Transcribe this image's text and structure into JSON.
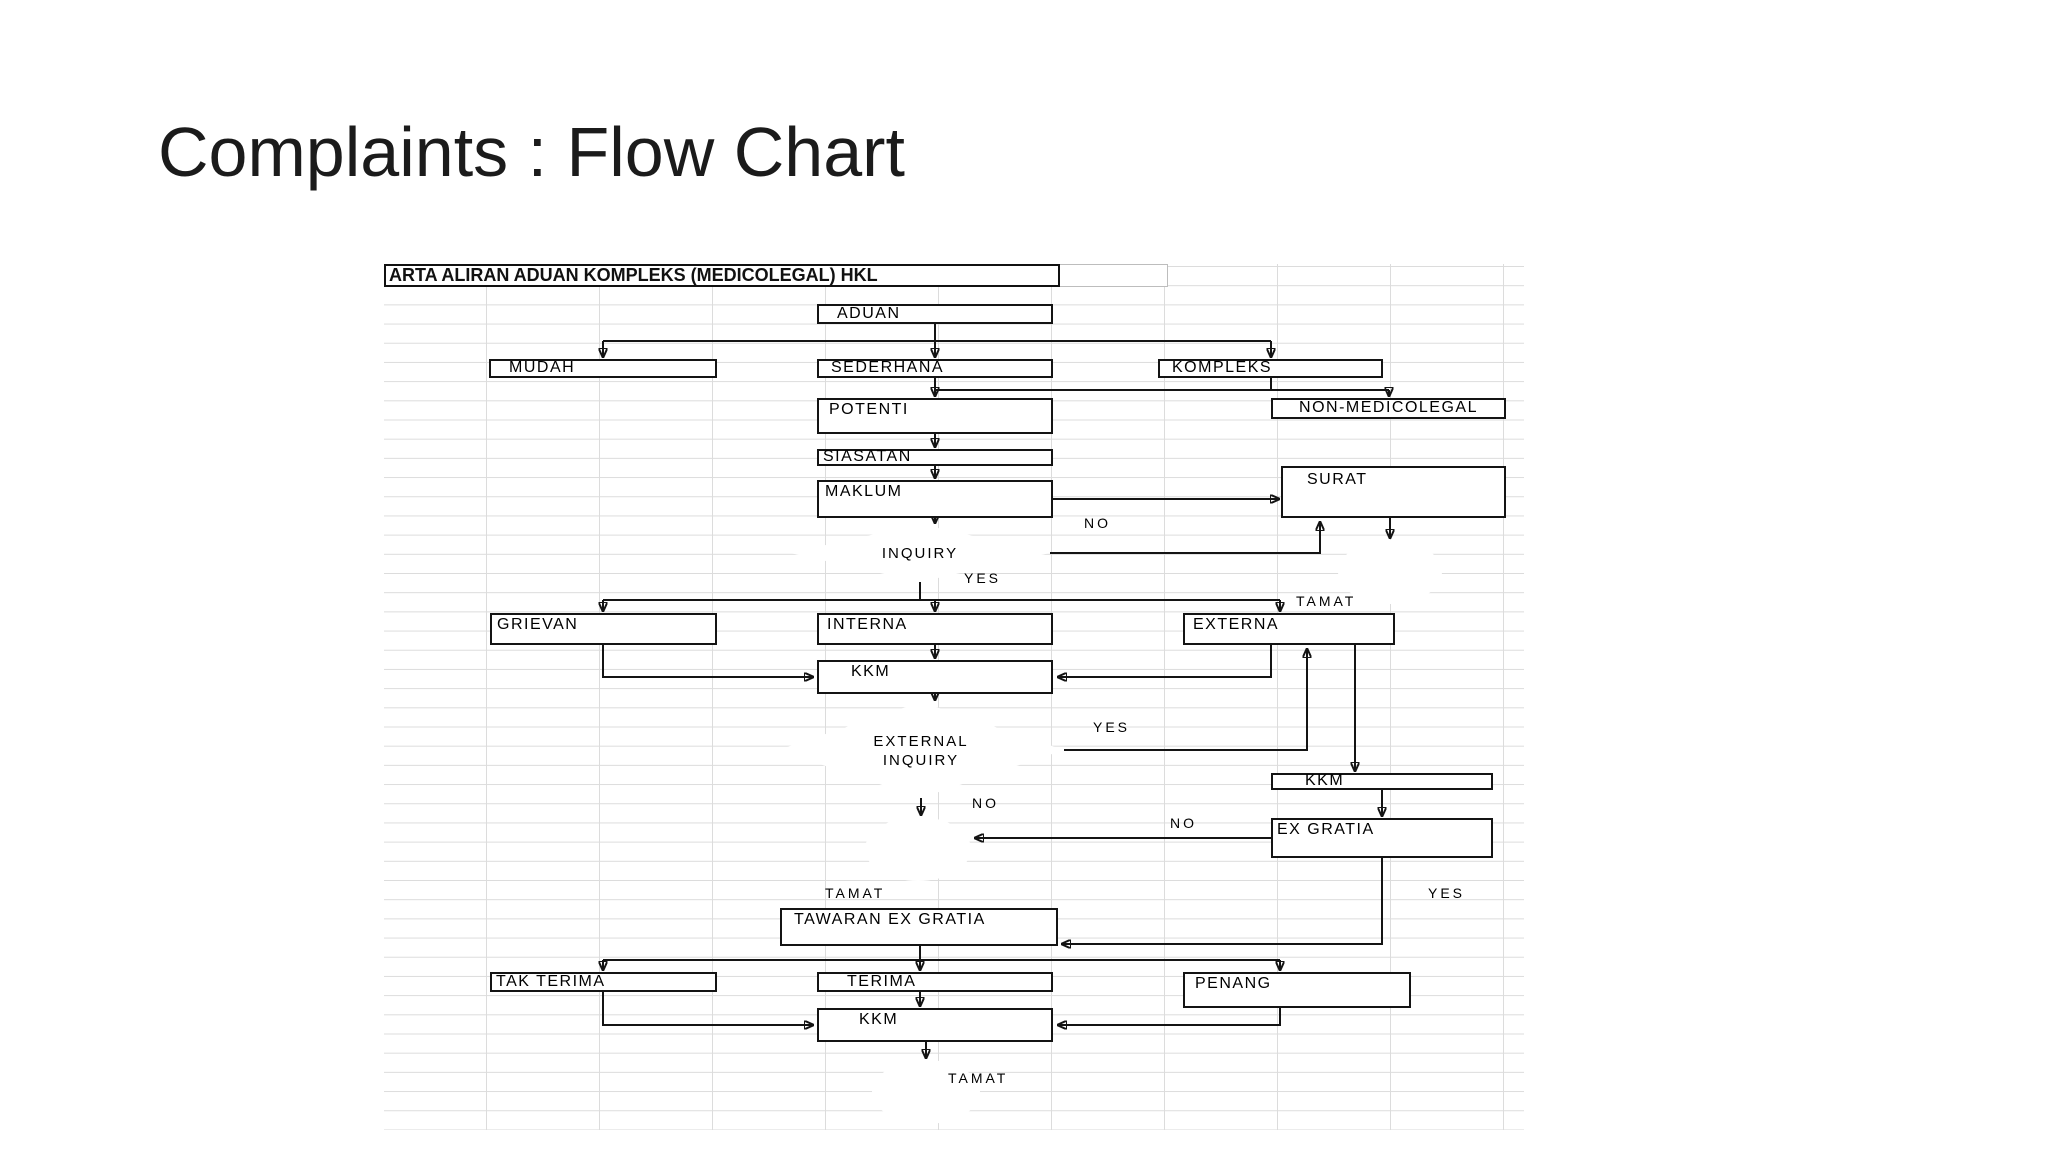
{
  "slide": {
    "title": "Complaints : Flow Chart"
  },
  "chart": {
    "header": "ARTA ALIRAN ADUAN KOMPLEKS (MEDICOLEGAL) HKL"
  },
  "nodes": {
    "aduan": {
      "label": "ADUAN"
    },
    "mudah": {
      "label": "MUDAH"
    },
    "sederhana": {
      "label": "SEDERHANA"
    },
    "kompleks": {
      "label": "KOMPLEKS"
    },
    "potenti": {
      "label": "POTENTI"
    },
    "non_medicolegal": {
      "label": "NON-MEDICOLEGAL"
    },
    "siasatan": {
      "label": "SIASATAN"
    },
    "maklum": {
      "label": "MAKLUM"
    },
    "surat": {
      "label": "SURAT"
    },
    "inquiry": {
      "label": "INQUIRY"
    },
    "grievan": {
      "label": "GRIEVAN"
    },
    "interna": {
      "label": "INTERNA"
    },
    "externa": {
      "label": "EXTERNA"
    },
    "kkm1": {
      "label": "KKM"
    },
    "external_inquiry": {
      "line1": "EXTERNAL",
      "line2": "INQUIRY"
    },
    "kkm2": {
      "label": "KKM"
    },
    "ex_gratia": {
      "label": "EX GRATIA"
    },
    "tawaran_ex_gratia": {
      "label": "TAWARAN EX GRATIA"
    },
    "tak_terima": {
      "label": "TAK TERIMA"
    },
    "terima": {
      "label": "TERIMA"
    },
    "penang": {
      "label": "PENANG"
    },
    "kkm3": {
      "label": "KKM"
    }
  },
  "labels": {
    "no_inquiry": "NO",
    "yes_inquiry": "YES",
    "tamat_surat": "TAMAT",
    "yes_external": "YES",
    "no_external": "NO",
    "no_ex_gratia": "NO",
    "tamat_mid": "TAMAT",
    "yes_ex_gratia": "YES",
    "tamat_end": "TAMAT"
  },
  "colors": {
    "line": "#141414",
    "grid": "#dcdcdc",
    "title": "#1b1b1b"
  }
}
